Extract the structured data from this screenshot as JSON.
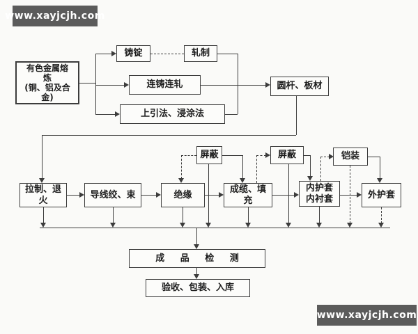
{
  "page": {
    "background": "#fafaf8",
    "line_color": "#3c3c3c",
    "text_color": "#1d1d1d",
    "watermark_bg": "#5b5b5b",
    "watermark_fg": "#ffffff"
  },
  "watermarks": {
    "top_left": {
      "text": "www.xayjcjh.com"
    },
    "bottom_right": {
      "text": "www.xayjcjh.com"
    }
  },
  "nodes": {
    "smelting": {
      "label": "有色金属熔\n炼\n(铜、铝及合\n金)"
    },
    "casting_ingot": {
      "label": "铸锭"
    },
    "rolling": {
      "label": "轧制"
    },
    "continuous_cast_roll": {
      "label": "连铸连轧"
    },
    "updraw_dipcoat": {
      "label": "上引法、浸涂法"
    },
    "rod_plate": {
      "label": "圆杆、板材"
    },
    "shield_1": {
      "label": "屏蔽"
    },
    "shield_2": {
      "label": "屏蔽"
    },
    "armoring": {
      "label": "铠装"
    },
    "drawing_annealing": {
      "label": "拉制、退\n火"
    },
    "stranding": {
      "label": "导线绞、束"
    },
    "insulation": {
      "label": "绝缘"
    },
    "cabling_filling": {
      "label": "成缆、填\n充"
    },
    "inner_sheath": {
      "label": "内护套\n内衬套"
    },
    "outer_sheath": {
      "label": "外护套"
    },
    "inspection": {
      "label": "成 品 检 测"
    },
    "acceptance": {
      "label": "验收、包装、入库"
    }
  },
  "edges": [
    {
      "from": "smelting",
      "to": "casting_ingot"
    },
    {
      "from": "smelting",
      "to": "continuous_cast_roll"
    },
    {
      "from": "smelting",
      "to": "updraw_dipcoat"
    },
    {
      "from": "casting_ingot",
      "to": "rolling",
      "style": "dashed"
    },
    {
      "from": "rolling",
      "to": "rod_plate"
    },
    {
      "from": "continuous_cast_roll",
      "to": "rod_plate"
    },
    {
      "from": "updraw_dipcoat",
      "to": "rod_plate"
    },
    {
      "from": "rod_plate",
      "to": "drawing_annealing"
    },
    {
      "from": "drawing_annealing",
      "to": "stranding"
    },
    {
      "from": "stranding",
      "to": "insulation"
    },
    {
      "from": "insulation",
      "to": "cabling_filling"
    },
    {
      "from": "shield_1",
      "to": "insulation",
      "style": "dashed"
    },
    {
      "from": "shield_1",
      "to": "cabling_filling"
    },
    {
      "from": "cabling_filling",
      "to": "shield_2",
      "style": "dashed"
    },
    {
      "from": "shield_2",
      "to": "inner_sheath"
    },
    {
      "from": "cabling_filling",
      "to": "inner_sheath"
    },
    {
      "from": "inner_sheath",
      "to": "armoring",
      "style": "dashed"
    },
    {
      "from": "armoring",
      "to": "outer_sheath"
    },
    {
      "from": "inner_sheath",
      "to": "outer_sheath"
    },
    {
      "from": "drawing_annealing",
      "to": "inspection"
    },
    {
      "from": "stranding",
      "to": "inspection"
    },
    {
      "from": "insulation",
      "to": "inspection"
    },
    {
      "from": "shield_1",
      "to": "inspection"
    },
    {
      "from": "cabling_filling",
      "to": "inspection"
    },
    {
      "from": "shield_2",
      "to": "inspection"
    },
    {
      "from": "inner_sheath",
      "to": "inspection"
    },
    {
      "from": "armoring",
      "to": "inspection"
    },
    {
      "from": "outer_sheath",
      "to": "inspection"
    },
    {
      "from": "inspection",
      "to": "acceptance"
    }
  ]
}
